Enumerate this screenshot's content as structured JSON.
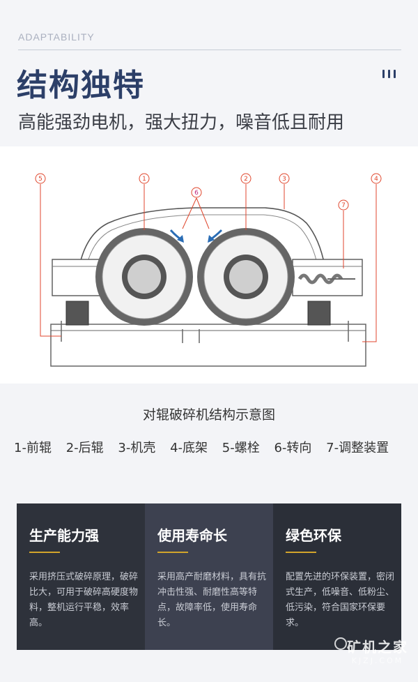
{
  "header": {
    "eyebrow": "ADAPTABILITY",
    "title": "结构独特",
    "subtitle": "高能强劲电机，强大扭力，噪音低且耐用"
  },
  "diagram": {
    "callouts": [
      "⑤",
      "①",
      "②",
      "③",
      "④",
      "⑥",
      "⑦"
    ]
  },
  "caption": "对辊破碎机结构示意图",
  "legend": [
    "1-前辊",
    "2-后辊",
    "3-机壳",
    "4-底架",
    "5-螺栓",
    "6-转向",
    "7-调整装置"
  ],
  "cards": [
    {
      "title": "生产能力强",
      "body": "采用挤压式破碎原理，破碎比大，可用于破碎高硬度物料，整机运行平稳，效率高。"
    },
    {
      "title": "使用寿命长",
      "body": "采用高产耐磨材料，具有抗冲击性强、耐磨性高等特点，故障率低，使用寿命长。"
    },
    {
      "title": "绿色环保",
      "body": "配置先进的环保装置，密闭式生产，低噪音、低粉尘、低污染，符合国家环保要求。"
    }
  ],
  "watermark": {
    "name": "矿机之家",
    "domain": "KJZJ.COM"
  },
  "colors": {
    "title": "#2c3f68",
    "accent": "#d2a52b",
    "callout": "#e0462c",
    "arrow": "#2a6db5"
  }
}
